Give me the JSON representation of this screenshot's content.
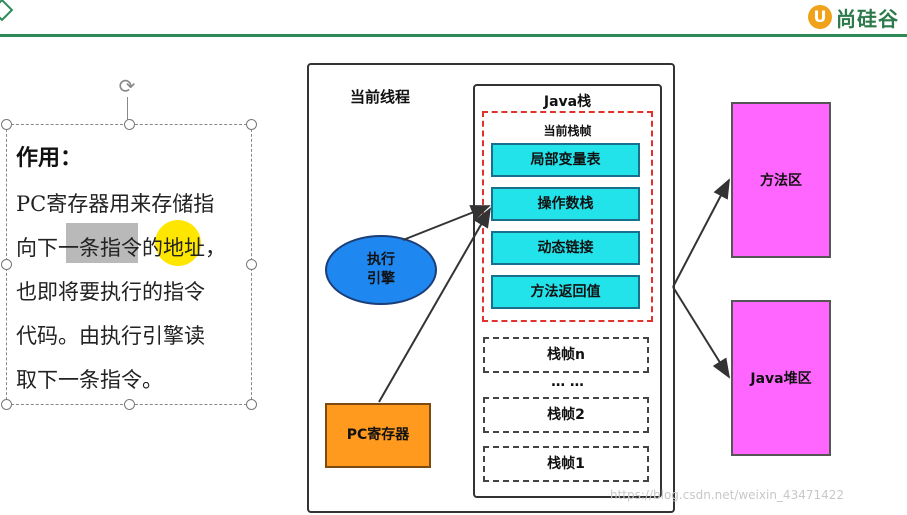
{
  "header": {
    "logo_mark": "U",
    "logo_text": "尚硅谷"
  },
  "textbox": {
    "heading": "作用：",
    "lines": [
      "PC寄存器用来存储指",
      "向下一条指令的地址，",
      "也即将要执行的指令",
      "代码。由执行引擎读",
      "取下一条指令。"
    ]
  },
  "diagram": {
    "thread_label": "当前线程",
    "stack_label": "Java栈",
    "current_frame_label": "当前栈帧",
    "frame_items": [
      "局部变量表",
      "操作数栈",
      "动态链接",
      "方法返回值"
    ],
    "frames": [
      "栈帧n",
      "栈帧2",
      "栈帧1"
    ],
    "ellipsis": "… …",
    "engine_line1": "执行",
    "engine_line2": "引擎",
    "pc_register": "PC寄存器",
    "method_area": "方法区",
    "heap": "Java堆区"
  },
  "watermark": "https://blog.csdn.net/weixin_43471422",
  "colors": {
    "cyan_box": "#22e2ea",
    "engine": "#1e88f0",
    "pc_register": "#ff9a1f",
    "memory_area": "#ff66ff",
    "frame_border": "#e0312b",
    "accent_line": "#2e8b57"
  }
}
